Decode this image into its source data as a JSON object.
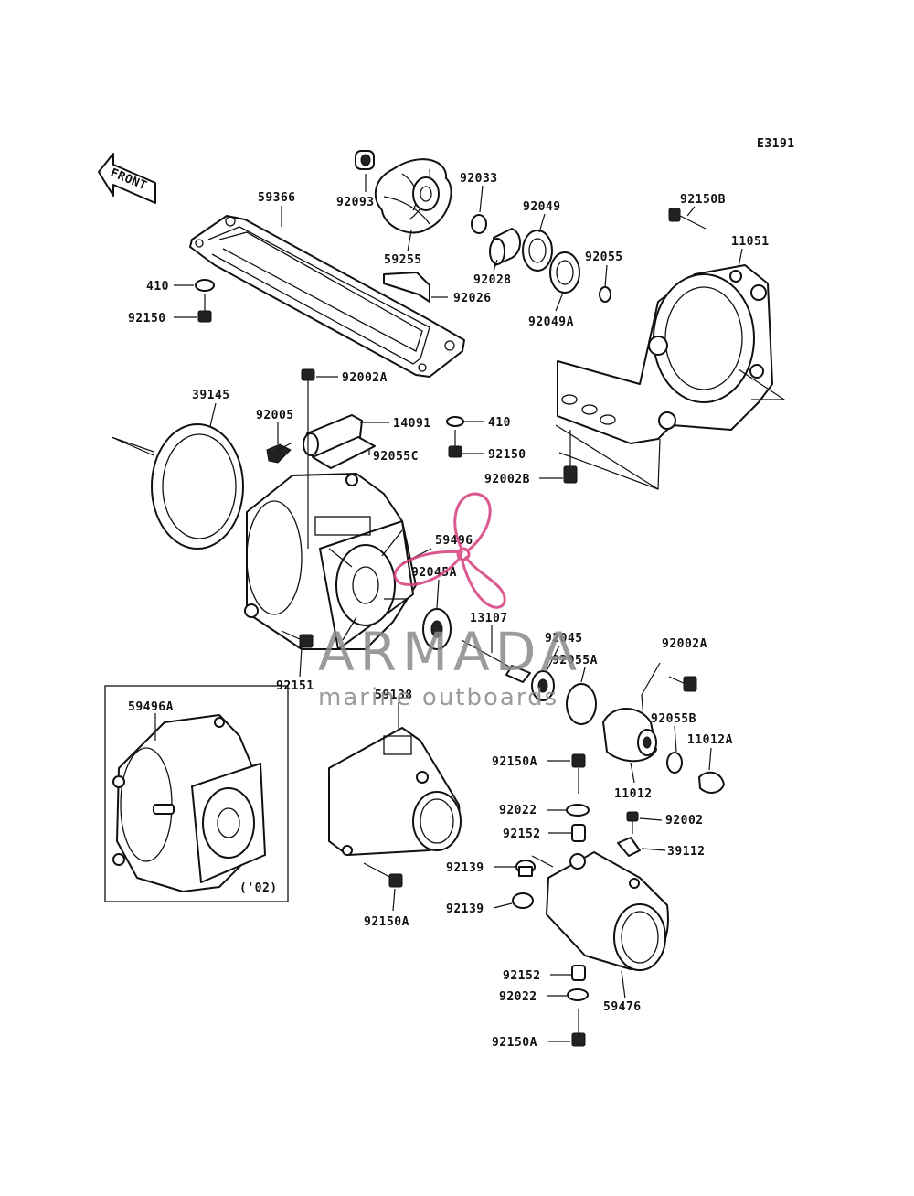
{
  "diagram_code": "E3191",
  "front_label": "FRONT",
  "inset_year": "('02)",
  "watermark": {
    "brand": "ARMADA",
    "tagline": "marine outboards",
    "logo_color": "#d63d7c",
    "text_color": "#8a8a8a"
  },
  "part_labels": [
    {
      "id": "p-59366",
      "text": "59366"
    },
    {
      "id": "p-92093",
      "text": "92093"
    },
    {
      "id": "p-92033",
      "text": "92033"
    },
    {
      "id": "p-92049",
      "text": "92049"
    },
    {
      "id": "p-92150B",
      "text": "92150B"
    },
    {
      "id": "p-11051",
      "text": "11051"
    },
    {
      "id": "p-59255",
      "text": "59255"
    },
    {
      "id": "p-92028",
      "text": "92028"
    },
    {
      "id": "p-92055",
      "text": "92055"
    },
    {
      "id": "p-410a",
      "text": "410"
    },
    {
      "id": "p-92026",
      "text": "92026"
    },
    {
      "id": "p-92049A",
      "text": "92049A"
    },
    {
      "id": "p-92150a",
      "text": "92150"
    },
    {
      "id": "p-92002A-top",
      "text": "92002A"
    },
    {
      "id": "p-39145",
      "text": "39145"
    },
    {
      "id": "p-92005",
      "text": "92005"
    },
    {
      "id": "p-14091",
      "text": "14091"
    },
    {
      "id": "p-410b",
      "text": "410"
    },
    {
      "id": "p-92150b",
      "text": "92150"
    },
    {
      "id": "p-92055C",
      "text": "92055C"
    },
    {
      "id": "p-92002B",
      "text": "92002B"
    },
    {
      "id": "p-59496",
      "text": "59496"
    },
    {
      "id": "p-92045A",
      "text": "92045A"
    },
    {
      "id": "p-13107",
      "text": "13107"
    },
    {
      "id": "p-92045",
      "text": "92045"
    },
    {
      "id": "p-92055A",
      "text": "92055A"
    },
    {
      "id": "p-92002A-right",
      "text": "92002A"
    },
    {
      "id": "p-92151",
      "text": "92151"
    },
    {
      "id": "p-59138",
      "text": "59138"
    },
    {
      "id": "p-59496A",
      "text": "59496A"
    },
    {
      "id": "p-92055B",
      "text": "92055B"
    },
    {
      "id": "p-11012A",
      "text": "11012A"
    },
    {
      "id": "p-92150A-1",
      "text": "92150A"
    },
    {
      "id": "p-11012",
      "text": "11012"
    },
    {
      "id": "p-92022-1",
      "text": "92022"
    },
    {
      "id": "p-92002",
      "text": "92002"
    },
    {
      "id": "p-92152-1",
      "text": "92152"
    },
    {
      "id": "p-39112",
      "text": "39112"
    },
    {
      "id": "p-92139-1",
      "text": "92139"
    },
    {
      "id": "p-92139-2",
      "text": "92139"
    },
    {
      "id": "p-92150A-2",
      "text": "92150A"
    },
    {
      "id": "p-92152-2",
      "text": "92152"
    },
    {
      "id": "p-92022-2",
      "text": "92022"
    },
    {
      "id": "p-59476",
      "text": "59476"
    },
    {
      "id": "p-92150A-3",
      "text": "92150A"
    }
  ]
}
